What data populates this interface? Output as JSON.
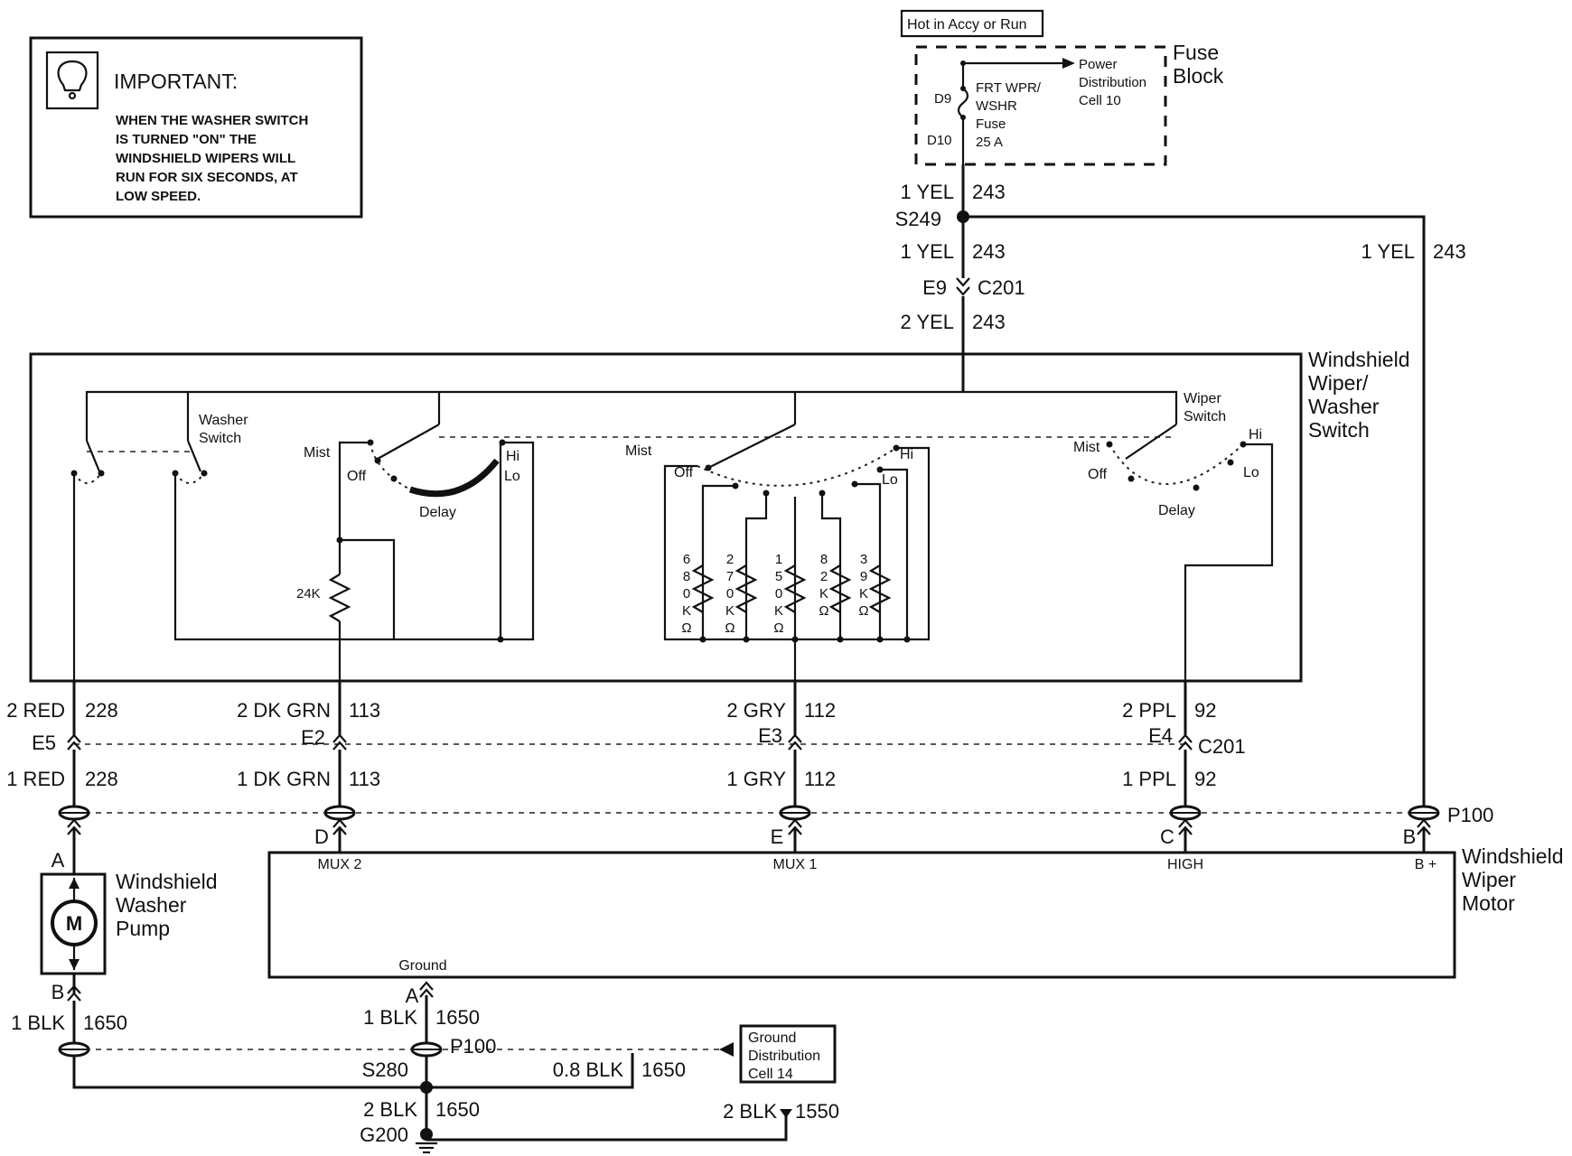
{
  "important": {
    "title": "IMPORTANT:",
    "lines": [
      "WHEN THE WASHER SWITCH",
      "IS TURNED \"ON\" THE",
      "WINDSHIELD WIPERS WILL",
      "RUN FOR SIX SECONDS, AT",
      "LOW SPEED."
    ]
  },
  "power": {
    "hot_label": "Hot in Accy or Run",
    "fuse_block": [
      "Fuse",
      "Block"
    ],
    "power_dist": [
      "Power",
      "Distribution",
      "Cell 10"
    ],
    "fuse_name": [
      "FRT WPR/",
      "WSHR",
      "Fuse",
      "25 A"
    ],
    "d9": "D9",
    "d10": "D10"
  },
  "feed": {
    "w1": "1 YEL",
    "c1": "243",
    "splice": "S249",
    "w2": "1 YEL",
    "c2": "243",
    "conn_pin": "E9",
    "conn": "C201",
    "w3": "2 YEL",
    "c3": "243",
    "right_w": "1 YEL",
    "right_c": "243"
  },
  "switch": {
    "title": [
      "Windshield",
      "Wiper/",
      "Washer",
      "Switch"
    ],
    "washer_switch": [
      "Washer",
      "Switch"
    ],
    "wiper_switch": [
      "Wiper",
      "Switch"
    ],
    "mist": "Mist",
    "off": "Off",
    "hi": "Hi",
    "lo": "Lo",
    "delay": "Delay",
    "r24k": "24K",
    "resistors": [
      [
        "6",
        "8",
        "0",
        "K",
        "Ω"
      ],
      [
        "2",
        "7",
        "0",
        "K",
        "Ω"
      ],
      [
        "1",
        "5",
        "0",
        "K",
        "Ω"
      ],
      [
        "8",
        "2",
        "K",
        "Ω"
      ],
      [
        "3",
        "9",
        "K",
        "Ω"
      ]
    ]
  },
  "circuits": [
    {
      "top_w": "2 RED",
      "top_c": "228",
      "pin": "E5",
      "bot_w": "1 RED",
      "bot_c": "228"
    },
    {
      "top_w": "2 DK GRN",
      "top_c": "113",
      "pin": "E2",
      "bot_w": "1 DK GRN",
      "bot_c": "113",
      "motor_pin": "D",
      "motor_term": "MUX 2"
    },
    {
      "top_w": "2 GRY",
      "top_c": "112",
      "pin": "E3",
      "bot_w": "1 GRY",
      "bot_c": "112",
      "motor_pin": "E",
      "motor_term": "MUX 1"
    },
    {
      "top_w": "2 PPL",
      "top_c": "92",
      "pin": "E4",
      "bot_w": "1 PPL",
      "bot_c": "92",
      "motor_pin": "C",
      "motor_term": "HIGH"
    }
  ],
  "c201": "C201",
  "p100": "P100",
  "bplus_pin": "B",
  "bplus_term": "B +",
  "motor": {
    "title": [
      "Windshield",
      "Wiper",
      "Motor"
    ],
    "ground": "Ground"
  },
  "pump": {
    "title": [
      "Windshield",
      "Washer",
      "Pump"
    ],
    "pin_a": "A",
    "pin_b": "B",
    "m": "M"
  },
  "ground": {
    "pump_w": "1 BLK",
    "pump_c": "1650",
    "motor_pin": "A",
    "motor_w": "1 BLK",
    "motor_c": "1650",
    "p100": "P100",
    "splice": "S280",
    "branch_w": "0.8 BLK",
    "branch_c": "1650",
    "dist": [
      "Ground",
      "Distribution",
      "Cell 14"
    ],
    "g_w": "2 BLK",
    "g_c": "1650",
    "r_w": "2 BLK",
    "r_c": "1550",
    "gnd": "G200"
  }
}
